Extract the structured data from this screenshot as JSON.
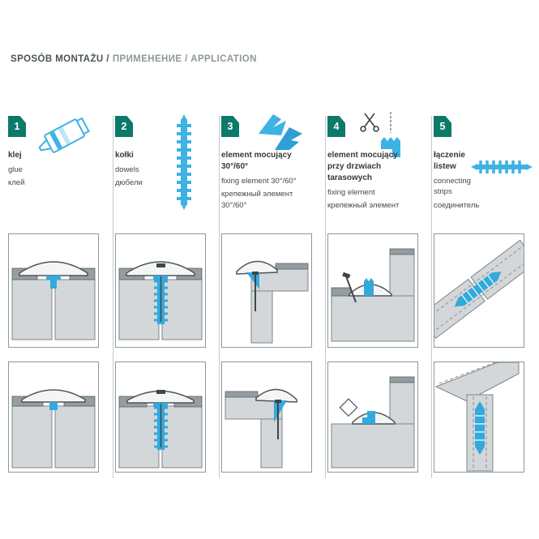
{
  "header": {
    "title_primary": "SPOSÓB MONTAŻU /",
    "title_secondary": "ПРИМЕНЕНИЕ / APPLICATION"
  },
  "colors": {
    "badge_teal": "#0c7a68",
    "icon_blue": "#3fb2e4",
    "diagram_blue": "#33a9dc",
    "header_dark": "#4a5357",
    "header_gray": "#8d979c"
  },
  "columns": [
    {
      "number": "1",
      "icon": "glue-tube-icon",
      "label_pl": "klej",
      "label_en": "glue",
      "label_ru": "клей"
    },
    {
      "number": "2",
      "icon": "dowel-icon",
      "label_pl": "kołki",
      "label_en": "dowels",
      "label_ru": "дюбели"
    },
    {
      "number": "3",
      "icon": "fixing-element-30-60-icon",
      "label_pl": "element mocujący 30°/60°",
      "label_en": "fixing element 30°/60°",
      "label_ru": "крепежный элемент 30°/60°"
    },
    {
      "number": "4",
      "icon": "terrace-door-fixing-icon",
      "label_pl": "element mocujący przy drzwiach tarasowych",
      "label_en": "fixing element",
      "label_ru": "крепежный элемент"
    },
    {
      "number": "5",
      "icon": "connecting-strip-icon",
      "label_pl": "łączenie listew",
      "label_en": "connecting strips",
      "label_ru": "соединитель"
    }
  ]
}
